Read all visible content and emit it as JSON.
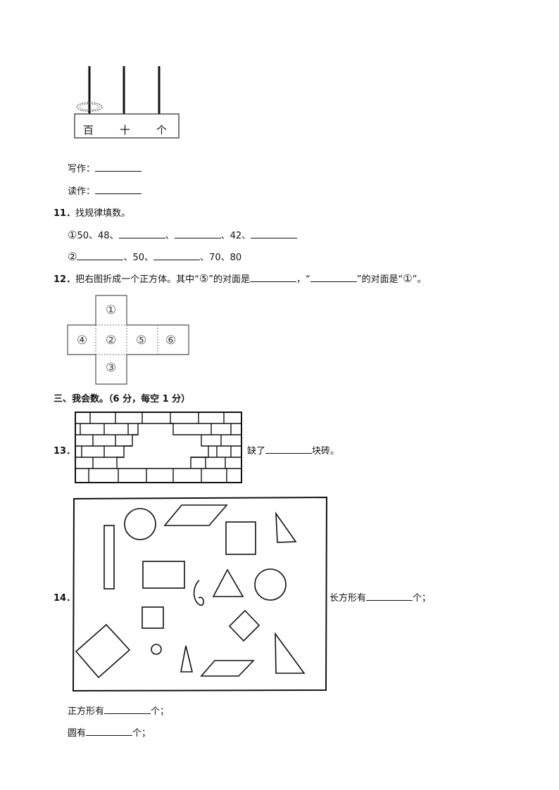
{
  "abacus": {
    "labels": [
      "百",
      "十",
      "个"
    ],
    "write_label": "写作：",
    "read_label": "读作："
  },
  "q11": {
    "number": "11．",
    "prompt": "找规律填数。",
    "row1": {
      "mark": "①",
      "a": "50",
      "b": "48",
      "c": "42"
    },
    "row2": {
      "mark": "②",
      "a": "50",
      "b": "70",
      "c": "80"
    }
  },
  "q12": {
    "number": "12．",
    "text1": "把右图折成一个正方体。其中“",
    "mark5": "⑤",
    "text2": "”的对面是",
    "text3": "，“",
    "text4": "”的对面是“",
    "mark1": "①",
    "text5": "”。",
    "net_faces": [
      "①",
      "④",
      "②",
      "⑤",
      "⑥",
      "③"
    ]
  },
  "section3": {
    "title": "三、我会数。（6 分，每空 1 分）"
  },
  "q13": {
    "number": "13．",
    "text_before": "缺了",
    "text_after": "块砖。"
  },
  "q14": {
    "number": "14．",
    "rect": {
      "before": "长方形有",
      "after": "个；"
    },
    "square": {
      "before": "正方形有",
      "after": "个；"
    },
    "circle": {
      "before": "圆有",
      "after": "个；"
    }
  }
}
